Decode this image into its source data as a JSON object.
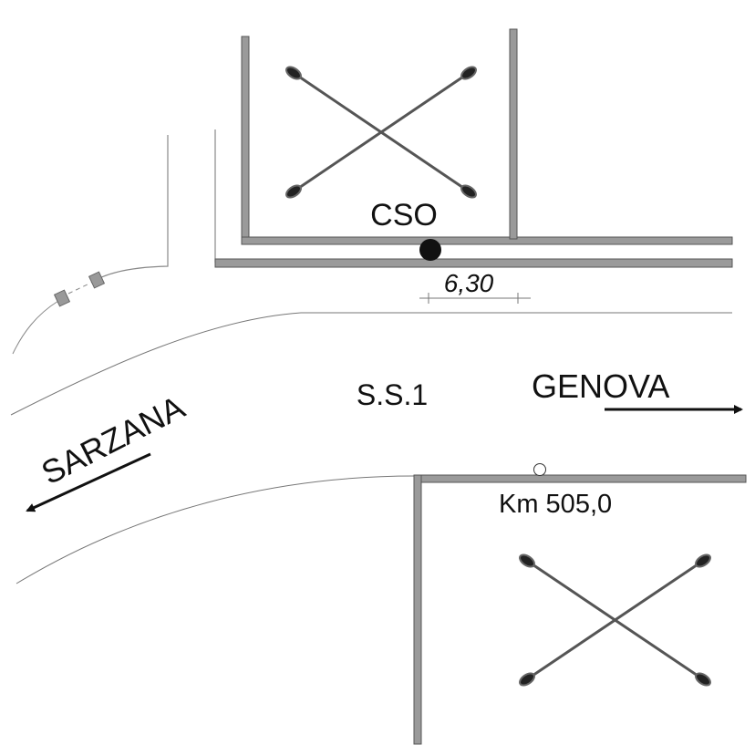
{
  "labels": {
    "cso": "CSO",
    "dimension": "6,30",
    "road": "S.S.1",
    "east_direction": "GENOVA",
    "west_direction": "SARZANA",
    "kilometer": "Km 505,0"
  },
  "colors": {
    "wall_fill": "#9a9a9a",
    "wall_stroke": "#555555",
    "line": "#777777",
    "ink": "#111111"
  }
}
